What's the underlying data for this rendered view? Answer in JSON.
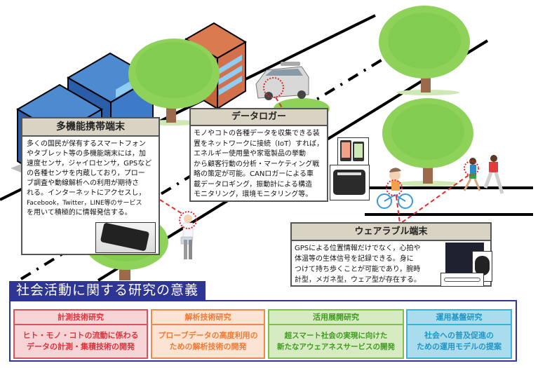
{
  "devices": {
    "smartphone": {
      "title": "多機能携帯端末",
      "lines": [
        "多くの国民が保有するスマートフォン",
        "やタブレット等の多機能端末には，加",
        "速度センサ，ジャイロセンサ，GPSなど",
        "の各種センサを内蔵しており，プロー",
        "ブ調査や動線解析への利用が期待さ",
        "れる。インターネットにアクセスし，",
        "Facebook，Twitter，LINE等のサービス",
        "を用いて積極的に情報発信する。"
      ],
      "image_icon": "smartphone-photo"
    },
    "datalogger": {
      "title": "データロガー",
      "lines": [
        "モノやコトの各種データを収集できる装",
        "置をネットワークに接続（IoT）すれば，",
        "エネルギー使用量や家電製品の挙動",
        "から顧客行動の分析・マーケティング戦",
        "略の策定が可能。CANロガーによる車",
        "載データロギング，振動計による構造",
        "モニタリング，環境モニタリング等。"
      ],
      "image_icon": "datalogger-photo"
    },
    "wearable": {
      "title": "ウェアラブル端末",
      "lines": [
        "GPSによる位置情報だけでなく，心拍や",
        "体温等の生体信号を記録できる。身に",
        "つけて持ち歩くことが可能であり，腕時",
        "計型，メガネ型，ウェア型が存在する。"
      ],
      "image_icon": "wearable-photo"
    }
  },
  "significance": {
    "title": "社会活動に関する研究の意義",
    "cards": [
      {
        "head": "計測技術研究",
        "body": [
          "ヒト・モノ・コトの流動に係わる",
          "データの計測・集積技術の開発"
        ],
        "border": "#d9535f",
        "fill": "#f6d3d5",
        "text": "#d9353f"
      },
      {
        "head": "解析技術研究",
        "body": [
          "プローブデータの高度利用の",
          "ための解析技術の開発"
        ],
        "border": "#f08a4b",
        "fill": "#fde3d2",
        "text": "#f07a36"
      },
      {
        "head": "活用展開研究",
        "body": [
          "超スマート社会の実現に向けた",
          "新たなアウェアネスサービスの開発"
        ],
        "border": "#7dc243",
        "fill": "#d6ebc2",
        "text": "#3f9a1f"
      },
      {
        "head": "運用基盤研究",
        "body": [
          "社会への普及促進の",
          "ための運用モデルの提案"
        ],
        "border": "#33b5dc",
        "fill": "#a9dced",
        "text": "#1e96c8"
      }
    ]
  },
  "colors": {
    "title_band": "#2f3592",
    "box_header": "#d9d3c3",
    "marker_red": "#e52b2b",
    "tree_green": "#7cc94a",
    "building_blue": "#2e6cb6",
    "building_brick": "#c3643a"
  }
}
